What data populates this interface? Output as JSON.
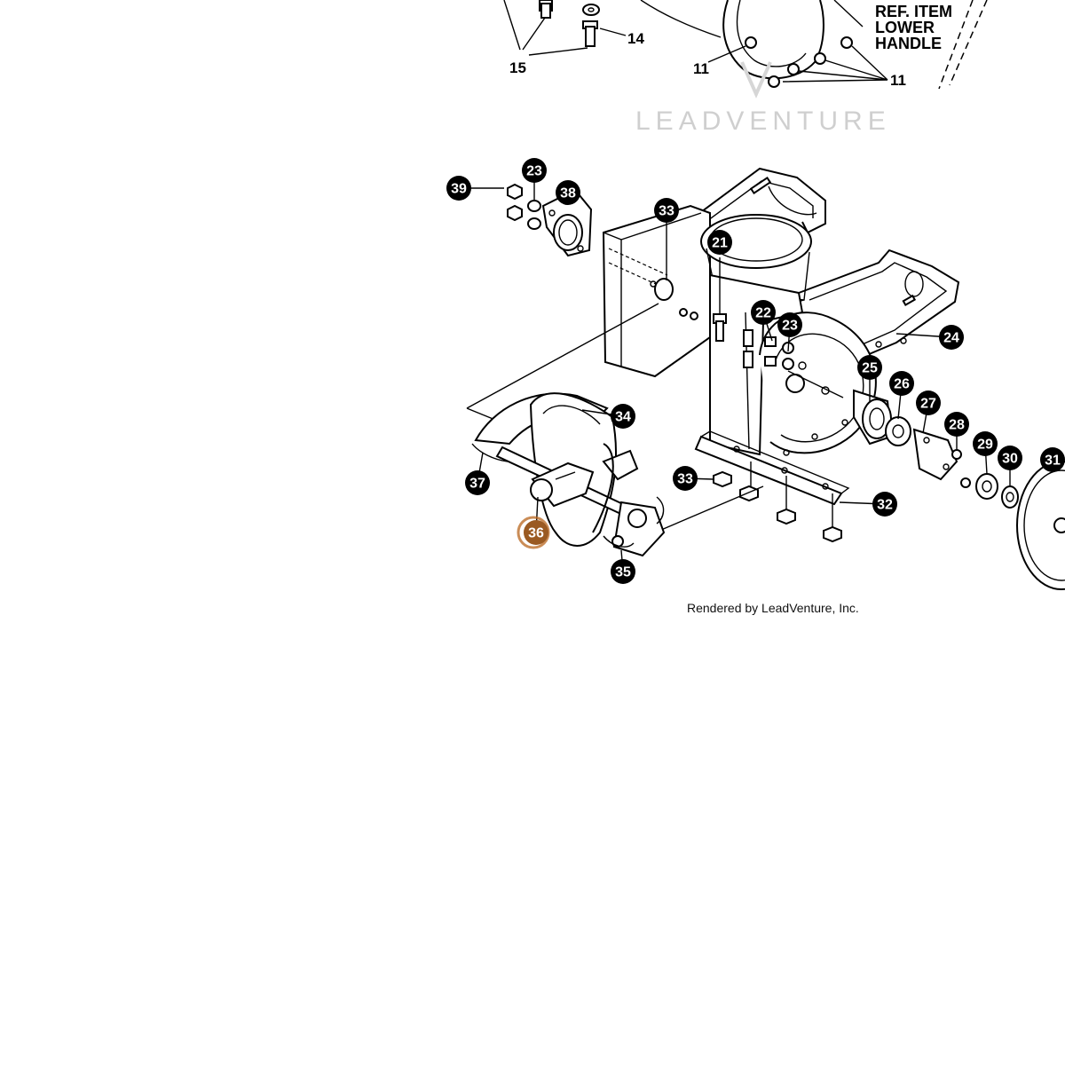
{
  "ref_note": {
    "lines": [
      "REF. ITEM",
      "LOWER",
      "HANDLE"
    ]
  },
  "watermark": "LEADVENTURE",
  "credit": "Rendered by LeadVenture, Inc.",
  "top_labels": [
    "15",
    "14",
    "11",
    "11"
  ],
  "callouts": [
    "39",
    "23",
    "38",
    "33",
    "21",
    "22",
    "23",
    "24",
    "25",
    "26",
    "27",
    "28",
    "29",
    "30",
    "31",
    "34",
    "37",
    "33",
    "32",
    "36",
    "35"
  ],
  "highlight": {
    "label": "36",
    "color": "#b8651e"
  },
  "colors": {
    "callout": "#000000",
    "highlight": "#b8651e",
    "watermark": "#cfcfcf"
  }
}
